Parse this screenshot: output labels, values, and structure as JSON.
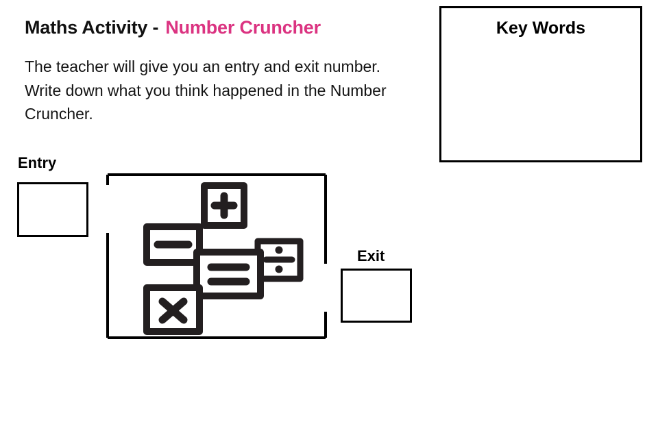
{
  "page": {
    "background_color": "#ffffff",
    "text_color": "#111111"
  },
  "heading": {
    "lead": "Maths Activity -",
    "accent": "Number Cruncher",
    "accent_color": "#DB3381"
  },
  "intro": {
    "text": "The teacher will give you an entry and exit number. Write down what you think happened in the Number Cruncher."
  },
  "keywords": {
    "title": "Key Words",
    "content": "",
    "border_color": "#000000"
  },
  "entry": {
    "label": "Entry",
    "value": ""
  },
  "exit": {
    "label": "Exit",
    "value": ""
  },
  "cruncher": {
    "frame_label": "number-cruncher-machine",
    "stroke_color": "#231f20",
    "frame_color": "#000000",
    "operators": [
      {
        "name": "plus",
        "symbol": "+"
      },
      {
        "name": "minus",
        "symbol": "−"
      },
      {
        "name": "equals",
        "symbol": "="
      },
      {
        "name": "divide",
        "symbol": "÷"
      },
      {
        "name": "multiply",
        "symbol": "×"
      }
    ]
  }
}
